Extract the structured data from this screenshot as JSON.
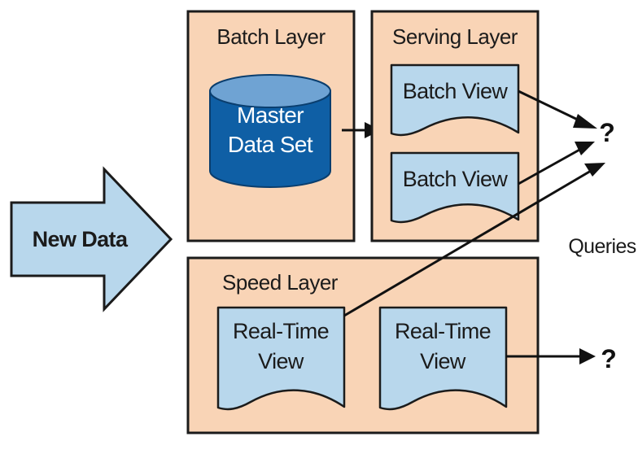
{
  "new_data": {
    "label": "New Data"
  },
  "batch_layer": {
    "title": "Batch Layer",
    "master_data_set": {
      "line1": "Master",
      "line2": "Data Set"
    }
  },
  "serving_layer": {
    "title": "Serving Layer",
    "views": [
      {
        "label": "Batch View"
      },
      {
        "label": "Batch View"
      }
    ]
  },
  "speed_layer": {
    "title": "Speed Layer",
    "views": [
      {
        "line1": "Real-Time",
        "line2": "View"
      },
      {
        "line1": "Real-Time",
        "line2": "View"
      }
    ]
  },
  "queries": {
    "label": "Queries",
    "marks": [
      "?",
      "?",
      "?"
    ]
  },
  "colors": {
    "layer_fill": "#f9d4b6",
    "view_fill": "#b8d7ec",
    "cylinder_fill": "#0f5fa5",
    "outline": "#1b1b1b"
  }
}
